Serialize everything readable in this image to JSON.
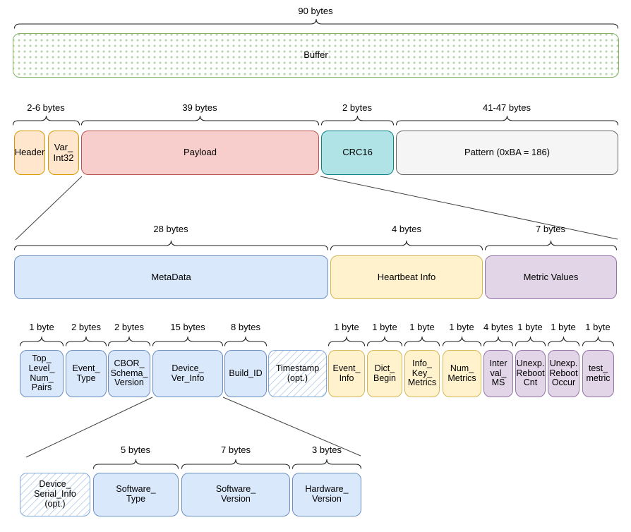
{
  "colors": {
    "orange_fill": "#FFE6CC",
    "orange_stroke": "#D79B00",
    "red_fill": "#F8CECC",
    "red_stroke": "#B85450",
    "teal_fill": "#B0E3E6",
    "teal_stroke": "#0E8088",
    "gray_fill": "#F5F5F5",
    "gray_stroke": "#666666",
    "blue_fill": "#DAE8FC",
    "blue_stroke": "#6C8EBF",
    "yellow_fill": "#FFF2CC",
    "yellow_stroke": "#D6B656",
    "purple_fill": "#E1D5E7",
    "purple_stroke": "#9673A6",
    "buffer_stroke": "#82B366",
    "hatch_stroke": "#7EA6D8"
  },
  "row1": {
    "brace_labels": [
      "90 bytes"
    ],
    "boxes": [
      "Buffer"
    ]
  },
  "row2": {
    "brace_labels": [
      "2-6 bytes",
      "39 bytes",
      "2 bytes",
      "41-47 bytes"
    ],
    "boxes": [
      "Header",
      "Var_\nInt32",
      "Payload",
      "CRC16",
      "Pattern (0xBA = 186)"
    ]
  },
  "row3": {
    "brace_labels": [
      "28 bytes",
      "4 bytes",
      "7 bytes"
    ],
    "boxes": [
      "MetaData",
      "Heartbeat Info",
      "Metric Values"
    ]
  },
  "row4": {
    "brace_labels": [
      "1 byte",
      "2 bytes",
      "2 bytes",
      "15 bytes",
      "8 bytes",
      "1 byte",
      "1 byte",
      "1 byte",
      "1 byte",
      "4 bytes",
      "1 byte",
      "1 byte",
      "1 byte"
    ],
    "boxes": [
      "Top_\nLevel_\nNum_\nPairs",
      "Event_\nType",
      "CBOR_\nSchema_\nVersion",
      "Device_\nVer_Info",
      "Build_ID",
      "Timestamp\n(opt.)",
      "Event_\nInfo",
      "Dict_\nBegin",
      "Info_\nKey_\nMetrics",
      "Num_\nMetrics",
      "Inter\nval_\nMS",
      "Unexp.\nReboot\nCnt",
      "Unexp.\nReboot\nOccur",
      "test_\nmetric"
    ]
  },
  "row5": {
    "brace_labels": [
      "5 bytes",
      "7 bytes",
      "3 bytes"
    ],
    "boxes": [
      "Device_\nSerial_Info\n(opt.)",
      "Software_\nType",
      "Software_\nVersion",
      "Hardware_\nVersion"
    ]
  }
}
